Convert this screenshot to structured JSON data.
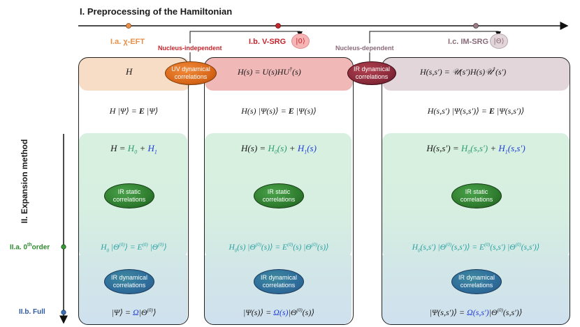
{
  "title": "I. Preprocessing of the Hamiltonian",
  "side_title": "II. Expansion method",
  "stages": {
    "a": {
      "label": "I.a. χ-EFT",
      "color": "#e8904a"
    },
    "b": {
      "label": "I.b. V-SRG",
      "ket": "|0⟩",
      "color": "#c8242b"
    },
    "c": {
      "label": "I.c. IM-SRG",
      "ket": "|Θ⟩",
      "color": "#8a6a78"
    }
  },
  "notes": {
    "nucleus_independent": "Nucleus-independent",
    "nucleus_dependent": "Nucleus-dependent"
  },
  "ellipses": {
    "uv_dynamical": "UV dynamical correlations",
    "ir_dynamical_top": "IR dynamical correlations",
    "ir_static": "IR static correlations",
    "ir_dynamical": "IR dynamical correlations"
  },
  "levels": {
    "zeroth_prefix": "II.a. 0",
    "zeroth_sup": "th",
    "zeroth_suffix": "order",
    "full": "II.b. Full"
  },
  "colors": {
    "orange_band": "#f7dcc6",
    "red_band": "#f1b8b8",
    "mauve_band": "#e2d6da",
    "green_band": "#d8f0e0",
    "blue_band": "#cfe0ee",
    "green_ellipse": "#2f7d2f",
    "blue_ellipse": "#2f6e9c",
    "uv_ellipse": "#d9681a",
    "ir_top_ellipse": "#8a2a3a"
  }
}
